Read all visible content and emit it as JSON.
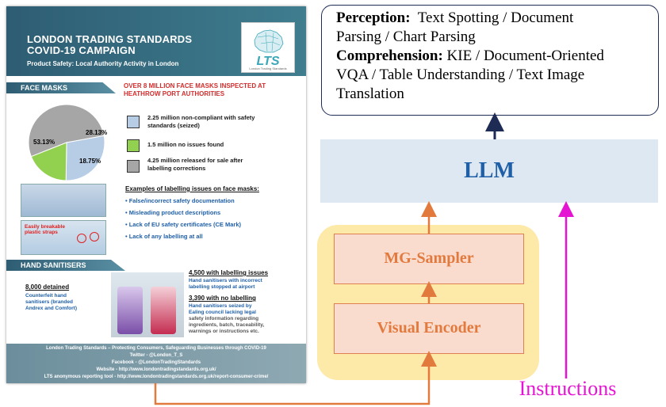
{
  "poster": {
    "title_line1": "LONDON TRADING STANDARDS",
    "title_line2": "COVID-19 CAMPAIGN",
    "subtitle": "Product Safety: Local Authority Activity in London",
    "logo_text": "LTS",
    "logo_sub": "London Trading Standards",
    "face_masks": {
      "section_label": "FACE MASKS",
      "headline_line1": "OVER 8 MILLION FACE MASKS INSPECTED AT",
      "headline_line2": "HEATHROW PORT AUTHORITIES",
      "pie_labels": [
        "53.13%",
        "28.13%",
        "18.75%"
      ],
      "pie_colors": [
        "#a6a6a6",
        "#b7cde6",
        "#92d050"
      ],
      "legend": [
        {
          "line1": "2.25 million non-compliant with safety",
          "line2": "standards (seized)",
          "color": "#b7cde6"
        },
        {
          "line1": "1.5 million no issues found",
          "line2": "",
          "color": "#92d050"
        },
        {
          "line1": "4.25 million released for sale after",
          "line2": "labelling corrections",
          "color": "#a6a6a6"
        }
      ],
      "issues_title": "Examples of labelling issues on face masks:",
      "issues": [
        "False/incorrect safety documentation",
        "Misleading product descriptions",
        "Lack of EU safety certificates (CE Mark)",
        "Lack of any labelling at all"
      ],
      "strap_note_line1": "Easily breakable",
      "strap_note_line2": "plastic straps"
    },
    "hand_sanitisers": {
      "section_label": "HAND SANITISERS",
      "detained_title": "8,000 detained",
      "detained_desc": [
        "Counterfeit hand",
        "sanitisers (branded",
        "Andrex and Comfort)"
      ],
      "issues_title": "4,500 with labelling issues",
      "issues_desc": [
        "Hand sanitisers with incorrect",
        "labelling stopped at airport"
      ],
      "nolabel_title": "3,390 with no labelling",
      "nolabel_desc": [
        "Hand sanitisers seized by",
        "Ealing council lacking legal",
        "safety information regarding",
        "ingredients, batch, traceability,",
        "warnings or instructions etc."
      ]
    },
    "footer": [
      "London Trading Standards – Protecting Consumers, Safeguarding Businesses through COVID-19",
      "Twitter - @London_T_S",
      "Facebook - @LondonTradingStandards",
      "Website - http://www.londontradingstandards.org.uk/",
      "LTS anonymous reporting tool - http://www.londontradingstandards.org.uk/report-consumer-crime/"
    ]
  },
  "diagram": {
    "perception_label": "Perception:",
    "perception_text": "Text Spotting / Document",
    "perception_text2": "Parsing / Chart Parsing",
    "comprehension_label": "Comprehension:",
    "comprehension_text": "KIE / Document-Oriented",
    "comprehension_text2": "VQA / Table Understanding / Text Image",
    "comprehension_text3": "Translation",
    "llm_label": "LLM",
    "sampler_label": "MG-Sampler",
    "encoder_label": "Visual Encoder",
    "instructions_label": "Instructions",
    "colors": {
      "llm_text": "#1f5fa8",
      "llm_bg": "#dde8f2",
      "yellow_bg": "#fde9a8",
      "orange": "#e27a3e",
      "magenta": "#e514d2",
      "navy": "#1d2b55"
    }
  }
}
